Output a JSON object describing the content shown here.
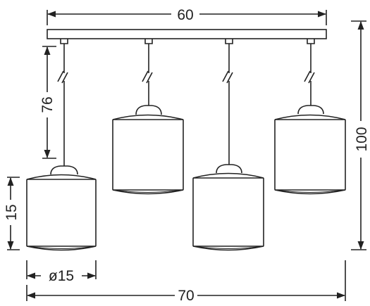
{
  "dimensions": {
    "canopy_width": "60",
    "cable_length": "76",
    "total_height": "100",
    "shade_height": "15",
    "shade_diameter": "ø15",
    "total_width": "70"
  },
  "colors": {
    "line": "#222222",
    "background": "#ffffff"
  }
}
